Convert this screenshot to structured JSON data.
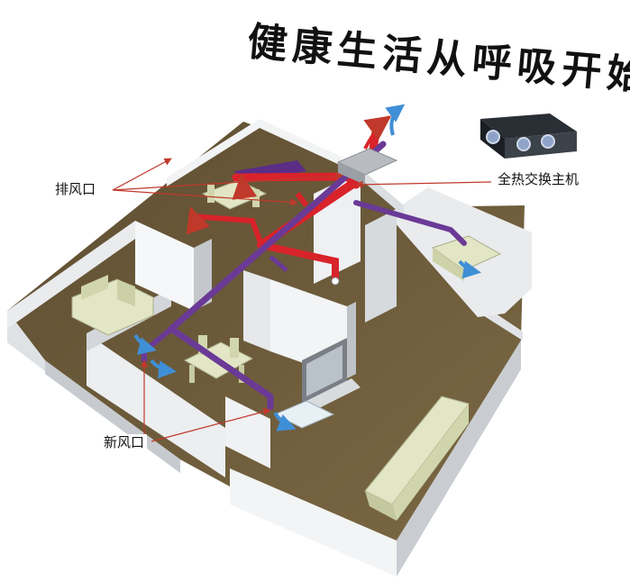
{
  "headline": "健康生活从呼吸开始",
  "labels": {
    "exhaust_outlet": "排风口",
    "main_unit": "全热交换主机",
    "fresh_air_outlet": "新风口"
  },
  "colors": {
    "exhaust_duct": "#d8232a",
    "fresh_duct": "#6a3a96",
    "floor": "#6d5b3b",
    "wall": "#f1f2f3",
    "wall_side": "#bfc3c7",
    "furniture": "#e2e6c4",
    "airflow": "#3f8fd6",
    "leader_line": "#c0392b"
  },
  "icons": {
    "main_unit": "heat-exchanger-unit-icon",
    "airflow": "airflow-arrow-icon"
  }
}
